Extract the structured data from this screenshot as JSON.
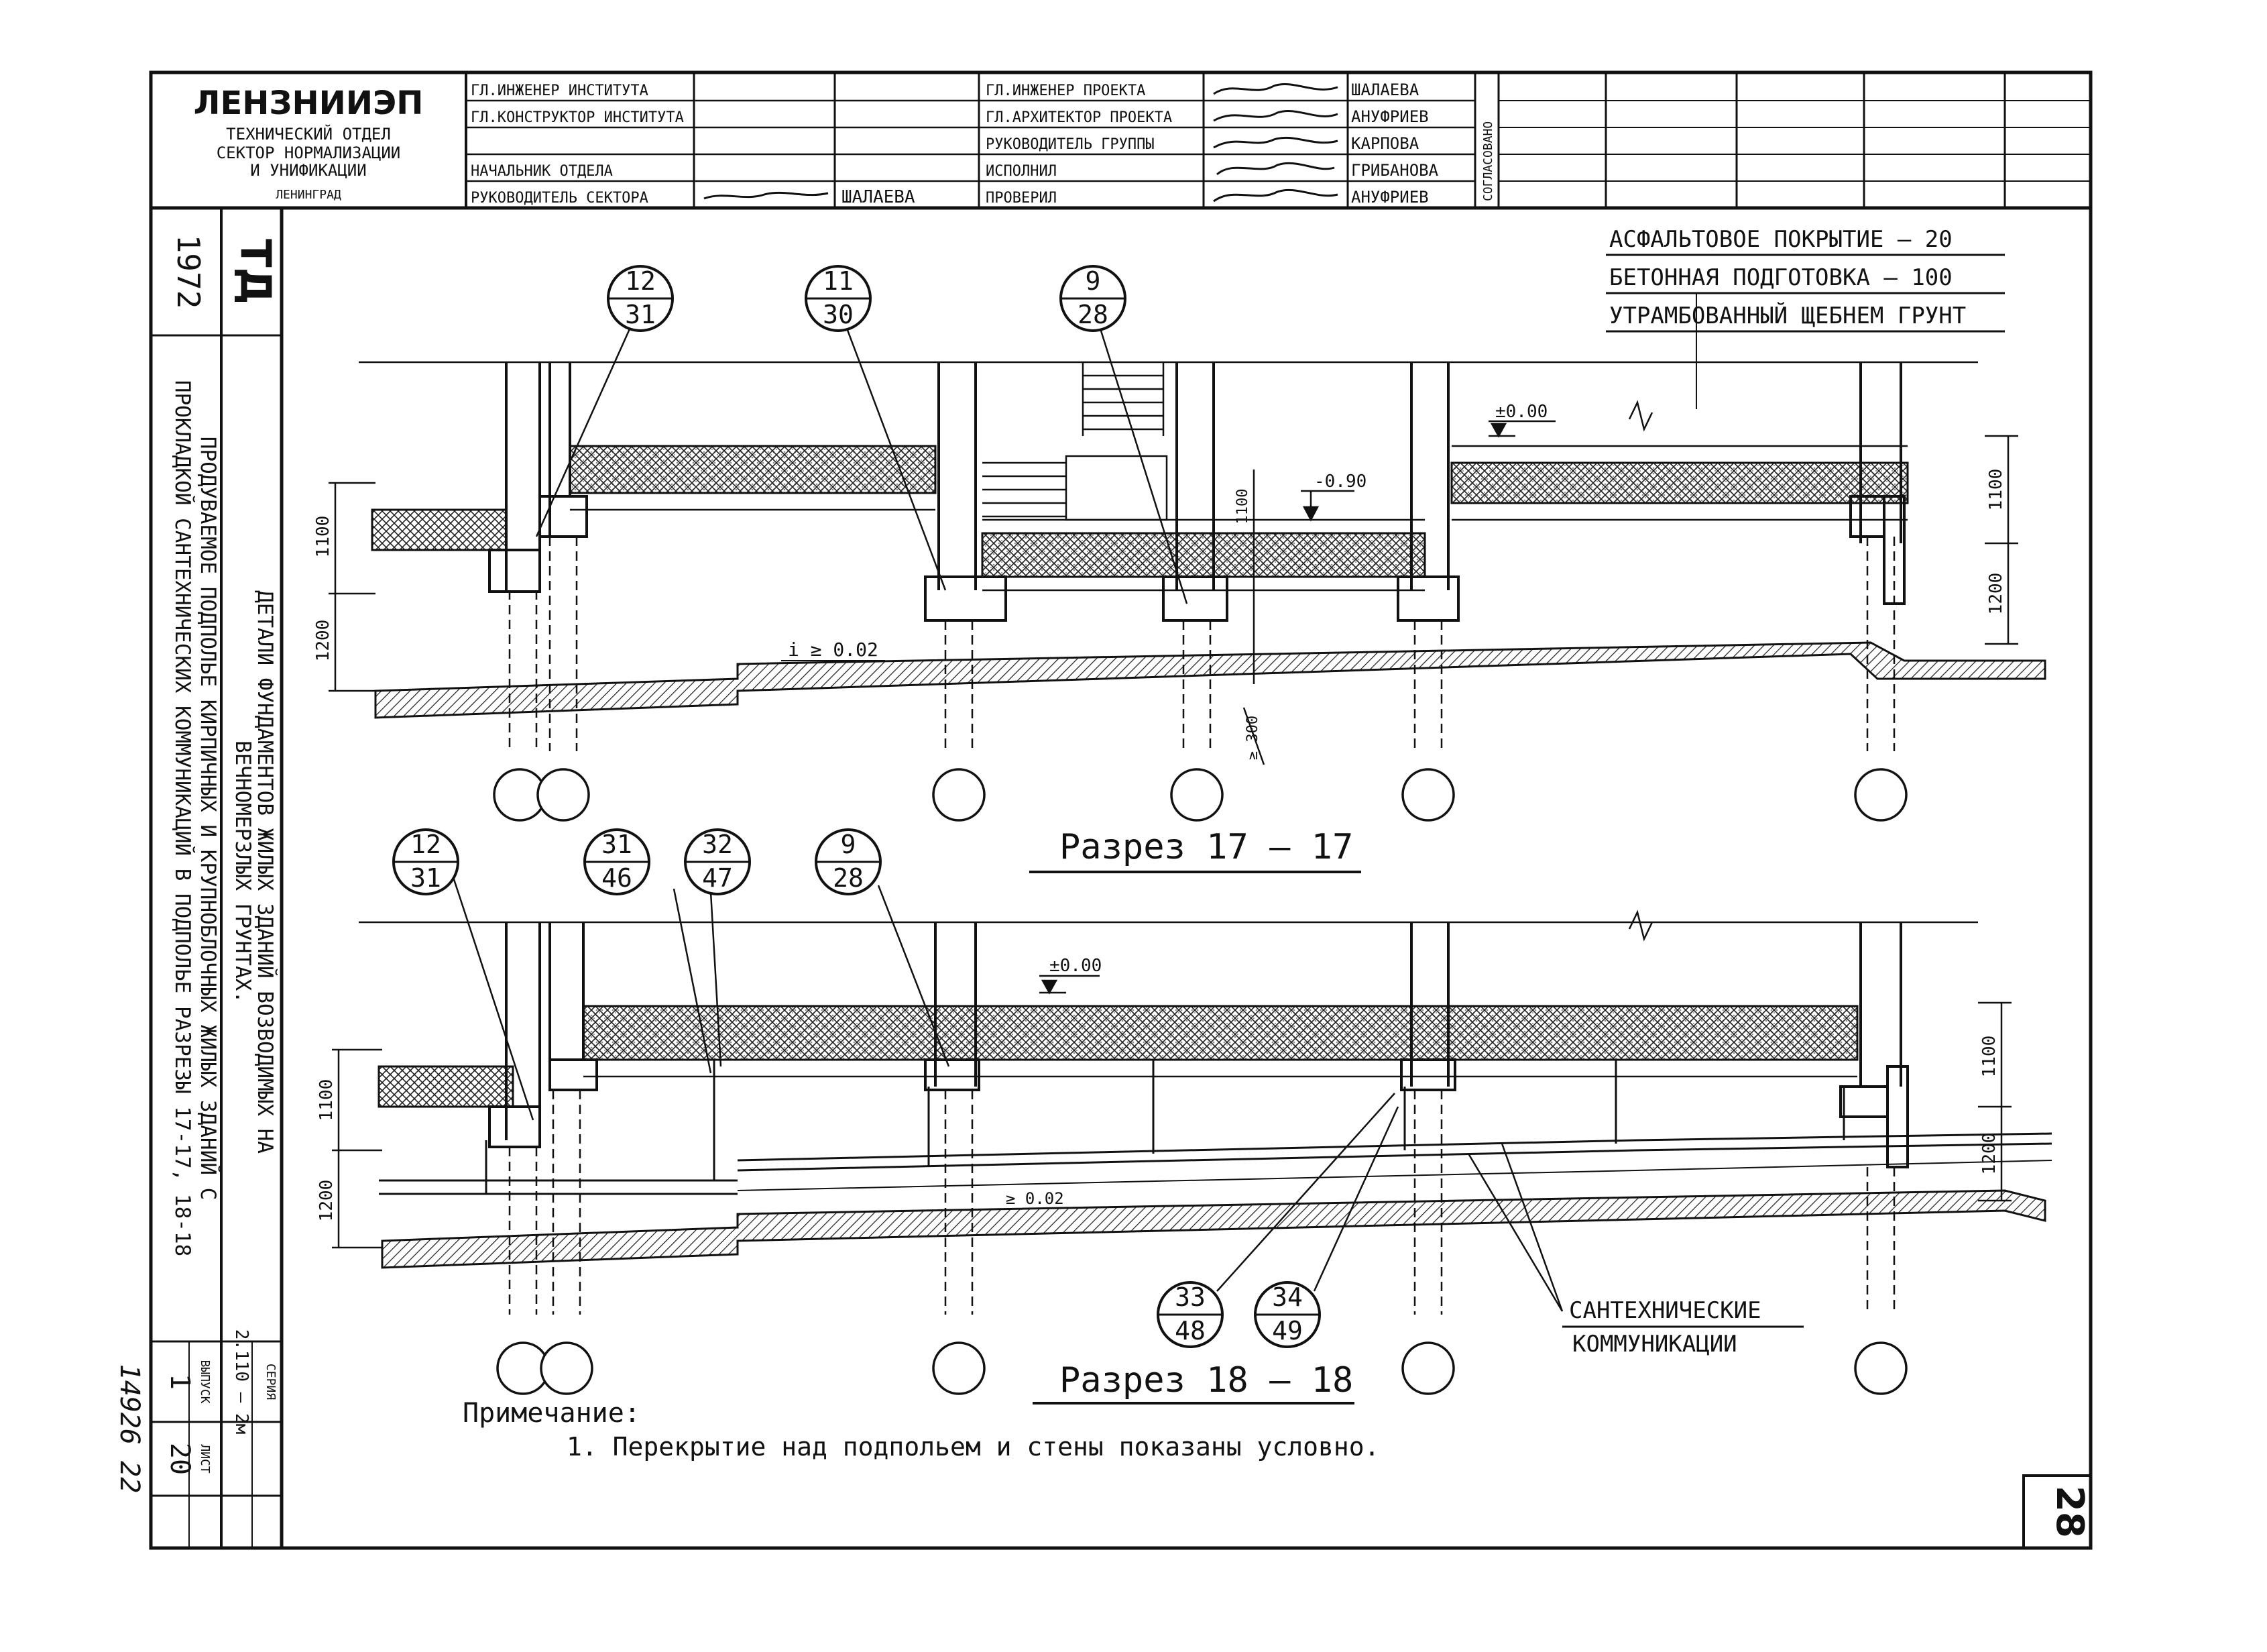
{
  "title_block": {
    "org": "ЛЕНЗНИИЭП",
    "org_sub1": "ТЕХНИЧЕСКИЙ ОТДЕЛ",
    "org_sub2": "СЕКТОР НОРМАЛИЗАЦИИ",
    "org_sub3": "И УНИФИКАЦИИ",
    "org_city": "ЛЕНИНГРАД",
    "roles_left": [
      "ГЛ.ИНЖЕНЕР ИНСТИТУТА",
      "ГЛ.КОНСТРУКТОР ИНСТИТУТА",
      "",
      "НАЧАЛЬНИК ОТДЕЛА",
      "РУКОВОДИТЕЛЬ СЕКТОРА"
    ],
    "sector_head_name": "ШАЛАЕВА",
    "roles_right": [
      "ГЛ.ИНЖЕНЕР ПРОЕКТА",
      "ГЛ.АРХИТЕКТОР ПРОЕКТА",
      "РУКОВОДИТЕЛЬ ГРУППЫ",
      "ИСПОЛНИЛ",
      "ПРОВЕРИЛ"
    ],
    "names_right": [
      "ШАЛАЕВА",
      "АНУФРИЕВ",
      "КАРПОВА",
      "ГРИБАНОВА",
      "АНУФРИЕВ"
    ],
    "agreed": "СОГЛАСОВАНО"
  },
  "side_panel": {
    "year": "1972",
    "code": "ТД",
    "title_line1": "ДЕТАЛИ ФУНДАМЕНТОВ ЖИЛЫХ ЗДАНИЙ ВОЗВОДИМЫХ НА",
    "title_line2": "ВЕЧНОМЕРЗЛЫХ ГРУНТАХ.",
    "desc_line1": "ПРОДУВАЕМОЕ ПОДПОЛЬЕ КИРПИЧНЫХ И КРУПНОБЛОЧНЫХ ЖИЛЫХ ЗДАНИЙ С",
    "desc_line2": "ПРОКЛАДКОЙ САНТЕХНИЧЕСКИХ КОММУНИКАЦИЙ В ПОДПОЛЬЕ РАЗРЕЗЫ 17-17, 18-18",
    "series_label": "СЕРИЯ",
    "series_value": "2.110 — 2м",
    "issue_label": "ВЫПУСК",
    "issue_value": "1",
    "sheet_label": "ЛИСТ",
    "sheet_value": "20",
    "inv_no": "14926 22"
  },
  "legend": {
    "line1": "АСФАЛЬТОВОЕ ПОКРЫТИЕ  — 20",
    "line2": "БЕТОННАЯ ПОДГОТОВКА  — 100",
    "line3": "УТРАМБОВАННЫЙ ЩЕБНЕМ ГРУНТ"
  },
  "section_17": {
    "title": "Разрез  17 — 17",
    "callouts": [
      {
        "top": "12",
        "bottom": "31"
      },
      {
        "top": "11",
        "bottom": "30"
      },
      {
        "top": "9",
        "bottom": "28"
      }
    ],
    "level_zero": "±0.00",
    "level_minus": "-0.90",
    "slope": "i ≥ 0.02",
    "dim_1100": "1100",
    "dim_1200": "1200",
    "dim_300": "≥ 300"
  },
  "section_18": {
    "title": "Разрез  18 — 18",
    "callouts_top": [
      {
        "top": "12",
        "bottom": "31"
      },
      {
        "top": "31",
        "bottom": "46"
      },
      {
        "top": "32",
        "bottom": "47"
      },
      {
        "top": "9",
        "bottom": "28"
      }
    ],
    "callouts_bottom": [
      {
        "top": "33",
        "bottom": "48"
      },
      {
        "top": "34",
        "bottom": "49"
      }
    ],
    "level_zero": "±0.00",
    "slope": "≥ 0.02",
    "dim_1100": "1100",
    "dim_1200": "1200",
    "utilities_line1": "САНТЕХНИЧЕСКИЕ",
    "utilities_line2": "КОММУНИКАЦИИ"
  },
  "note": {
    "heading": "Примечание:",
    "text": "1. Перекрытие над подпольем и стены показаны условно."
  },
  "page_number": "28"
}
